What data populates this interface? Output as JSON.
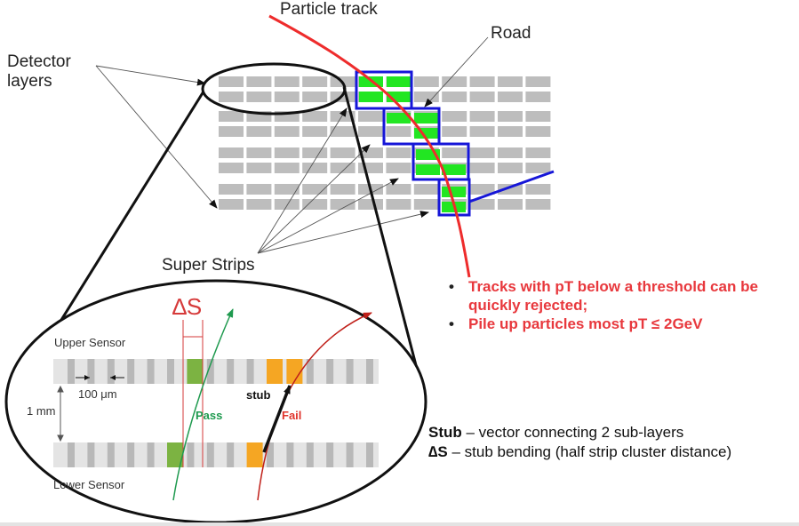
{
  "labels": {
    "particle_track": "Particle track",
    "road": "Road",
    "detector_layers_line1": "Detector",
    "detector_layers_line2": "layers",
    "super_strips": "Super Strips",
    "delta_s": "∆S",
    "upper_sensor": "Upper Sensor",
    "lower_sensor": "Lower Sensor",
    "pitch": "100 μm",
    "thickness": "1 mm",
    "stub": "stub",
    "pass": "Pass",
    "fail": "Fail"
  },
  "bullets": [
    "Tracks with pT below a threshold can be quickly rejected;",
    "Pile up particles most pT ≤ 2GeV"
  ],
  "definitions": {
    "stub_term": "Stub",
    "stub_text": " – vector connecting 2 sub-layers",
    "ds_term": "∆S",
    "ds_text": " – stub bending (half strip cluster distance)"
  },
  "colors": {
    "track_red": "#ee2c2c",
    "road_blue": "#1616d8",
    "road_green": "#22e622",
    "strip_gray": "#bdbdbd",
    "bullet_red": "#e8383d",
    "pass_green": "#1f9a4f",
    "fail_red": "#e0342c",
    "hit_orange": "#f5a623",
    "hit_green": "#7cb342"
  }
}
